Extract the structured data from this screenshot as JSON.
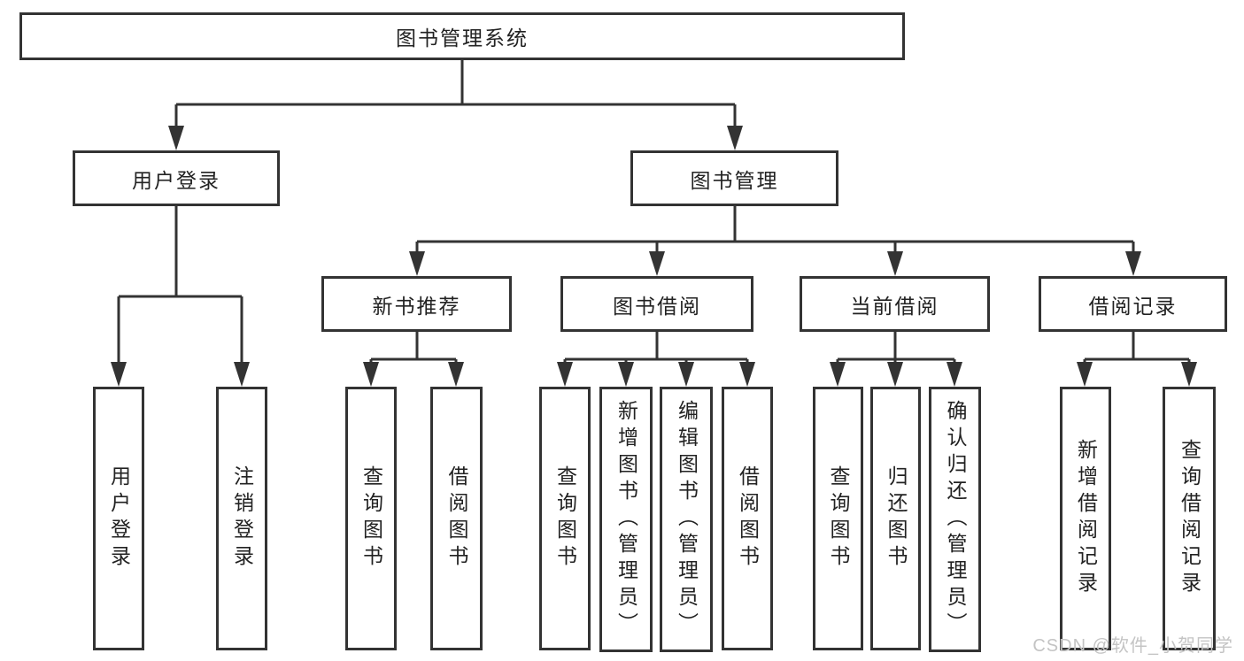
{
  "diagram": {
    "root": {
      "id": "library-management-system",
      "label": "图书管理系统"
    },
    "level2": [
      {
        "id": "user-login",
        "label": "用户登录",
        "parent": "图书管理系统"
      },
      {
        "id": "book-management",
        "label": "图书管理",
        "parent": "图书管理系统"
      }
    ],
    "level3": [
      {
        "id": "new-book-recommend",
        "label": "新书推荐",
        "parent": "图书管理"
      },
      {
        "id": "book-borrow",
        "label": "图书借阅",
        "parent": "图书管理"
      },
      {
        "id": "current-borrow",
        "label": "当前借阅",
        "parent": "图书管理"
      },
      {
        "id": "borrow-records",
        "label": "借阅记录",
        "parent": "图书管理"
      }
    ],
    "leaves": [
      {
        "id": "leaf-user-login",
        "label": "用户登录",
        "parent": "用户登录"
      },
      {
        "id": "leaf-logout",
        "label": "注销登录",
        "parent": "用户登录"
      },
      {
        "id": "leaf-query-books-recommend",
        "label": "查询图书",
        "parent": "新书推荐"
      },
      {
        "id": "leaf-borrow-books-recommend",
        "label": "借阅图书",
        "parent": "新书推荐"
      },
      {
        "id": "leaf-query-books-borrow",
        "label": "查询图书",
        "parent": "图书借阅"
      },
      {
        "id": "leaf-add-book-admin",
        "label": "新增图书（管理员）",
        "parent": "图书借阅"
      },
      {
        "id": "leaf-edit-book-admin",
        "label": "编辑图书（管理员）",
        "parent": "图书借阅"
      },
      {
        "id": "leaf-borrow-books-borrow",
        "label": "借阅图书",
        "parent": "图书借阅"
      },
      {
        "id": "leaf-query-books-current",
        "label": "查询图书",
        "parent": "当前借阅"
      },
      {
        "id": "leaf-return-book",
        "label": "归还图书",
        "parent": "当前借阅"
      },
      {
        "id": "leaf-confirm-return-admin",
        "label": "确认归还（管理员）",
        "parent": "当前借阅"
      },
      {
        "id": "leaf-add-borrow-record",
        "label": "新增借阅记录",
        "parent": "借阅记录"
      },
      {
        "id": "leaf-query-borrow-record",
        "label": "查询借阅记录",
        "parent": "借阅记录"
      }
    ]
  },
  "watermark": {
    "text": "CSDN @软件_小贺同学"
  },
  "colors": {
    "line": "#333333",
    "box_border": "#333333",
    "text": "#222222",
    "watermark": "#c4c4c4",
    "background": "#ffffff"
  }
}
